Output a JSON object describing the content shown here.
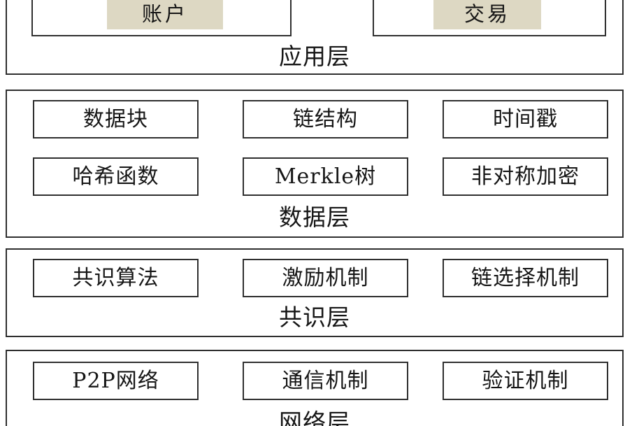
{
  "diagram": {
    "title_hint": "blockchain-architecture-layers",
    "colors": {
      "highlight": "#ddd8c3",
      "border": "#2f2f2f",
      "background": "#ffffff",
      "text": "#161616"
    },
    "layers": [
      {
        "name": "应用层",
        "items": [
          "账户",
          "交易"
        ]
      },
      {
        "name": "数据层",
        "rows": [
          [
            "数据块",
            "链结构",
            "时间戳"
          ],
          [
            "哈希函数",
            "Merkle树",
            "非对称加密"
          ]
        ]
      },
      {
        "name": "共识层",
        "items": [
          "共识算法",
          "激励机制",
          "链选择机制"
        ]
      },
      {
        "name": "网络层",
        "items": [
          "P2P网络",
          "通信机制",
          "验证机制"
        ]
      }
    ]
  }
}
